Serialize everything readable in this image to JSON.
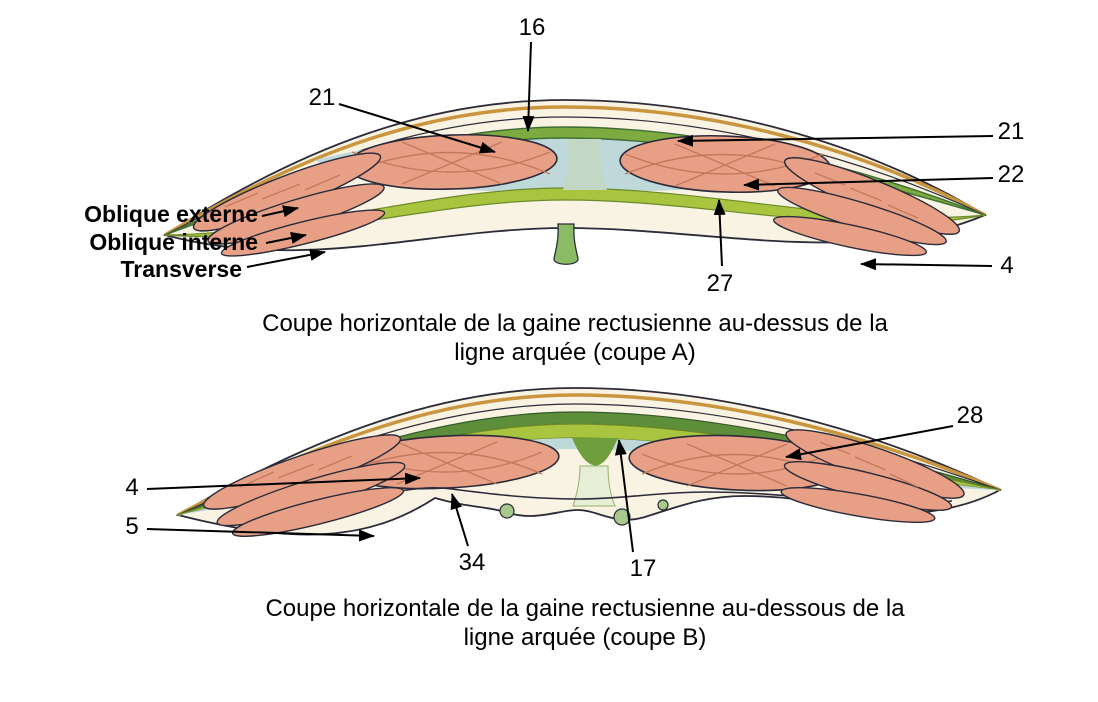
{
  "figure": {
    "background": "#ffffff",
    "palette": {
      "skin_line": "#c9953f",
      "band_cream": "#f8f3e2",
      "green_dark": "#5d8f3a",
      "green_mid": "#7dab40",
      "green_light": "#a9c43e",
      "blue_gray": "#bfd8da",
      "muscle_fill": "#e7a086",
      "muscle_hatch": "#c4795a",
      "outline_ink": "#2b2b3a"
    }
  },
  "diagram_a": {
    "labels": {
      "n16": "16",
      "n21_left": "21",
      "n21_right": "21",
      "n22": "22",
      "n27": "27",
      "n4": "4",
      "oblique_externe": "Oblique externe",
      "oblique_interne": "Oblique interne",
      "transverse": "Transverse"
    },
    "caption": {
      "line1": "Coupe horizontale de la gaine rectusienne au-dessus de la",
      "line2": "ligne arquée (coupe A)"
    }
  },
  "diagram_b": {
    "labels": {
      "n28": "28",
      "n4": "4",
      "n5": "5",
      "n34": "34",
      "n17": "17"
    },
    "caption": {
      "line1": "Coupe horizontale de la gaine rectusienne au-dessous de la",
      "line2": "ligne arquée (coupe B)"
    }
  }
}
